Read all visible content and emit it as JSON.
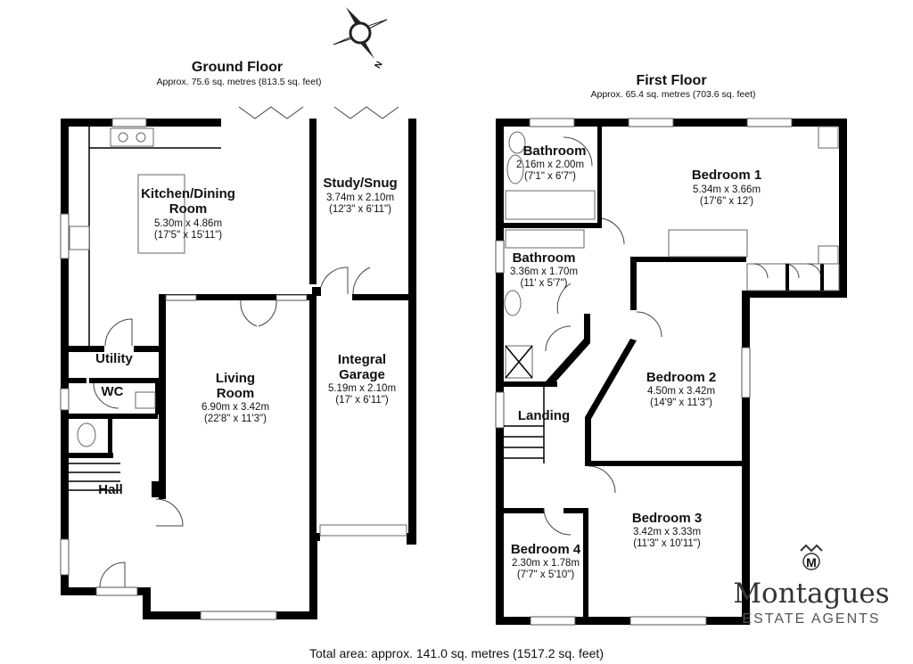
{
  "compass": {
    "label": "N",
    "icon": "compass-icon"
  },
  "ground_floor": {
    "title": "Ground Floor",
    "area": "Approx. 75.6 sq. metres (813.5 sq. feet)",
    "rooms": [
      {
        "name": "Kitchen/Dining",
        "name2": "Room",
        "dim_m": "5.30m x 4.86m",
        "dim_ft": "(17'5\" x 15'11\")"
      },
      {
        "name": "Study/Snug",
        "dim_m": "3.74m x 2.10m",
        "dim_ft": "(12'3\" x 6'11\")"
      },
      {
        "name": "Utility"
      },
      {
        "name": "WC"
      },
      {
        "name": "Living",
        "name2": "Room",
        "dim_m": "6.90m x 3.42m",
        "dim_ft": "(22'8\" x 11'3\")"
      },
      {
        "name": "Integral",
        "name2": "Garage",
        "dim_m": "5.19m x 2.10m",
        "dim_ft": "(17' x 6'11\")"
      },
      {
        "name": "Hall"
      }
    ]
  },
  "first_floor": {
    "title": "First Floor",
    "area": "Approx. 65.4 sq. metres (703.6 sq. feet)",
    "rooms": [
      {
        "name": "Bathroom",
        "dim_m": "2.16m x 2.00m",
        "dim_ft": "(7'1\" x 6'7\")"
      },
      {
        "name": "Bedroom 1",
        "dim_m": "5.34m x 3.66m",
        "dim_ft": "(17'6\" x 12')"
      },
      {
        "name": "Bathroom",
        "dim_m": "3.36m x 1.70m",
        "dim_ft": "(11' x 5'7\")"
      },
      {
        "name": "Bedroom 2",
        "dim_m": "4.50m x 3.42m",
        "dim_ft": "(14'9\" x 11'3\")"
      },
      {
        "name": "Landing"
      },
      {
        "name": "Bedroom 3",
        "dim_m": "3.42m x 3.33m",
        "dim_ft": "(11'3\" x 10'11\")"
      },
      {
        "name": "Bedroom 4",
        "dim_m": "2.30m x 1.78m",
        "dim_ft": "(7'7\" x 5'10\")"
      }
    ]
  },
  "logo": {
    "name": "Montagues",
    "subtitle": "ESTATE AGENTS",
    "monogram": "M"
  },
  "total_area": "Total area: approx. 141.0 sq. metres (1517.2 sq. feet)"
}
